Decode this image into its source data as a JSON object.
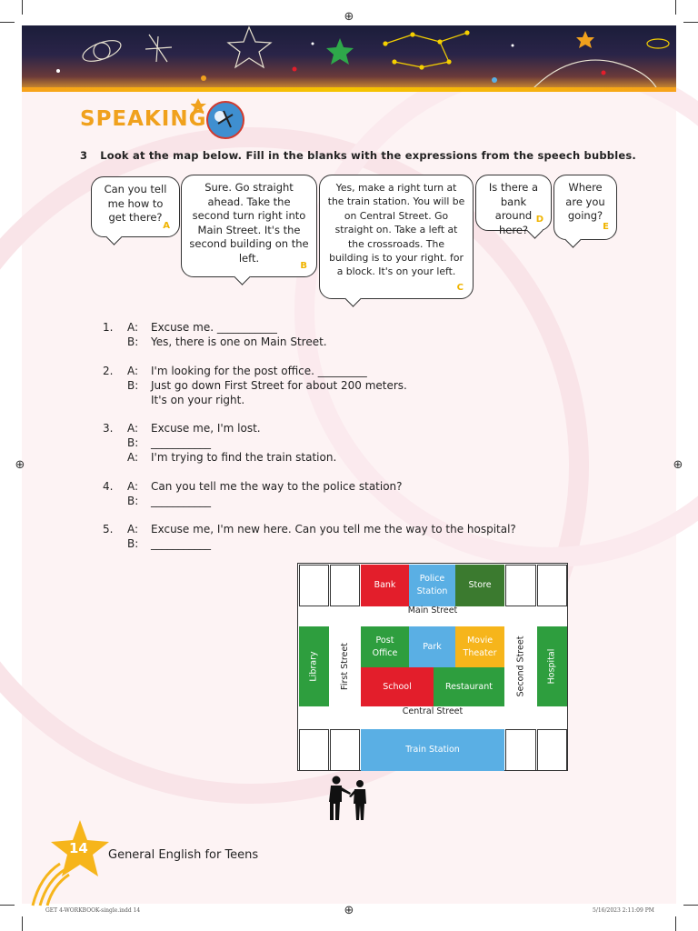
{
  "section": {
    "title": "SPEAKING"
  },
  "task": {
    "number": "3",
    "instruction": "Look at the map below. Fill in the blanks with the expressions from the speech bubbles."
  },
  "bubbles": [
    {
      "text": "Can you tell me how to get there?",
      "letter": "A"
    },
    {
      "text": "Sure. Go straight ahead. Take the second turn right into Main Street.    It's the second building on the left.",
      "letter": "B"
    },
    {
      "text": "Yes, make a right turn at the train station. You will be on Central Street. Go straight on. Take a left at the crossroads. The building is to your right. for a block. It's on your left.",
      "letter": "C"
    },
    {
      "text": "Is there a bank around here?",
      "letter": "D"
    },
    {
      "text": "Where are you going?",
      "letter": "E"
    }
  ],
  "exercises": [
    {
      "num": "1.",
      "lines": [
        {
          "speaker": "A:",
          "text": "Excuse me. ___________"
        },
        {
          "speaker": "B:",
          "text": "Yes, there is one on Main Street."
        }
      ]
    },
    {
      "num": "2.",
      "lines": [
        {
          "speaker": "A:",
          "text": "I'm looking for the post office. _________"
        },
        {
          "speaker": "B:",
          "text": "Just go down First Street for about 200 meters."
        },
        {
          "speaker": "",
          "text": "It's on your right."
        }
      ]
    },
    {
      "num": "3.",
      "lines": [
        {
          "speaker": "A:",
          "text": "Excuse me, I'm lost."
        },
        {
          "speaker": "B:",
          "text": "___________"
        },
        {
          "speaker": "A:",
          "text": "I'm trying to find the train station."
        }
      ]
    },
    {
      "num": "4.",
      "lines": [
        {
          "speaker": "A:",
          "text": "Can you tell me the way to the police station?"
        },
        {
          "speaker": "B:",
          "text": "___________"
        }
      ]
    },
    {
      "num": "5.",
      "lines": [
        {
          "speaker": "A:",
          "text": "Excuse me, I'm new here. Can you tell me the way to the hospital?"
        },
        {
          "speaker": "B:",
          "text": "___________"
        }
      ]
    }
  ],
  "map": {
    "bank": "Bank",
    "police_station": "Police Station",
    "store": "Store",
    "main_street": "Main Street",
    "library": "Library",
    "first_street": "First Street",
    "post_office": "Post Office",
    "park": "Park",
    "movie_theater": "Movie Theater",
    "school": "School",
    "restaurant": "Restaurant",
    "second_street": "Second Street",
    "hospital": "Hospital",
    "central_street": "Central Street",
    "train_station": "Train Station",
    "colors": {
      "red": "#e31e2b",
      "blue": "#5aafe4",
      "green": "#2e9e3e",
      "dark_green": "#3b7a2f",
      "orange": "#f6b51b"
    }
  },
  "footer": {
    "page_number": "14",
    "book_title": "General English for Teens"
  },
  "slug": {
    "left": "GET 4-WORKBOOK-single.indd   14",
    "right": "5/16/2023   2:11:09 PM"
  }
}
